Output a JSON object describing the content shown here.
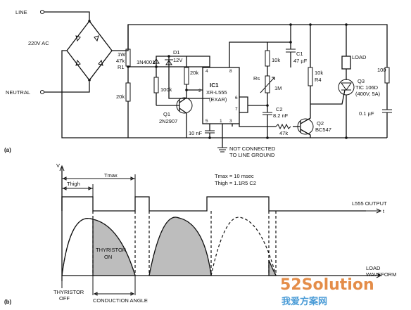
{
  "figure": {
    "part_a": "(a)",
    "part_b": "(b)"
  },
  "circuit": {
    "line": "LINE",
    "neutral": "NEUTRAL",
    "ac_source": "220V AC",
    "r1_power": "1W",
    "r1_value": "47k",
    "r1_name": "R1",
    "diode_1n4001": "1N4001",
    "d1_name": "D1",
    "d1_value": "12V",
    "res_20k_left": "20k",
    "res_20k_mid": "20k",
    "res_100k": "100k",
    "q1_name": "Q1",
    "q1_part": "2N2907",
    "ic_name": "IC1",
    "ic_part": "XR-L555",
    "ic_vendor": "(EXAR)",
    "pin_4": "4",
    "pin_8": "8",
    "pin_2": "2",
    "pin_6": "6",
    "pin_7": "7",
    "pin_5": "5",
    "pin_1": "1",
    "pin_3": "3",
    "cap_10nf": "10 nF",
    "res_10k_top": "10k",
    "c1_name": "C1",
    "c1_value": "47 µF",
    "rs_name": "Rs",
    "rs_value": "1M",
    "c2_name": "C2",
    "c2_value": "8.2 nF",
    "res_10k_r4": "10k",
    "r4_name": "R4",
    "res_47k": "47k",
    "q2_name": "Q2",
    "q2_part": "BC547",
    "load": "LOAD",
    "res_100": "100",
    "q3_name": "Q3",
    "q3_part": "TIC 106D",
    "q3_rating": "(400V, 5A)",
    "cap_01uf": "0.1 µF",
    "ground_note_1": "NOT CONNECTED",
    "ground_note_2": "TO LINE GROUND"
  },
  "timing": {
    "v_axis": "V",
    "t_high": "Thigh",
    "t_max": "Tmax",
    "eq_1": "Tmax = 10 msec",
    "eq_2": "Thigh = 1.1R5 C2",
    "l555_output": "L555 OUTPUT",
    "t_axis": "t",
    "load_waveform_1": "LOAD",
    "load_waveform_2": "WAVEFORM",
    "thyristor_on_1": "THYRISTOR",
    "thyristor_on_2": "ON",
    "thyristor_off_1": "THYRISTOR",
    "thyristor_off_2": "OFF",
    "conduction_angle": "CONDUCTION ANGLE"
  },
  "watermark": {
    "site": "52Solution",
    "tag": "我爱方案网",
    "color_primary": "#e07a2a",
    "color_secondary": "#2a8ad0"
  }
}
